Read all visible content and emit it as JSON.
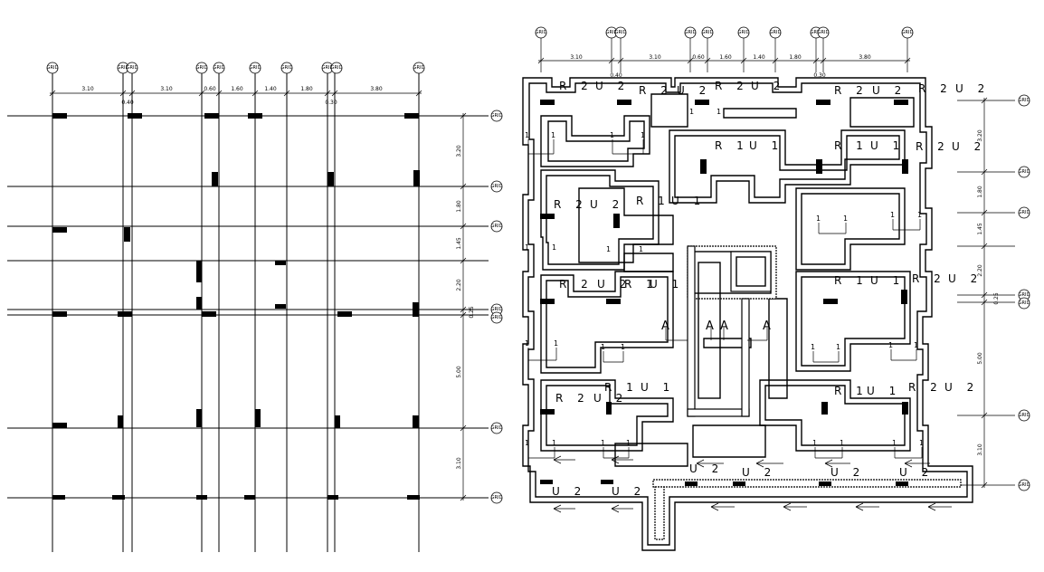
{
  "grid_bubble_label": "GRID",
  "left_plan": {
    "top_dimensions": [
      "3.10",
      "0.40",
      "3.10",
      "0.60",
      "1.60",
      "1.40",
      "1.80",
      "0.30",
      "3.80"
    ],
    "side_dimensions": [
      "3.20",
      "1.80",
      "1.45",
      "2.20",
      "0.25",
      "5.00",
      "3.10"
    ]
  },
  "right_plan": {
    "top_dimensions": [
      "3.10",
      "0.40",
      "3.10",
      "0.60",
      "1.60",
      "1.40",
      "1.80",
      "0.30",
      "3.80"
    ],
    "side_dimensions": [
      "3.20",
      "1.80",
      "1.45",
      "2.20",
      "0.25",
      "5.00",
      "3.10"
    ],
    "footing_tags": [
      "R 2",
      "U 2",
      "R 1",
      "U 1",
      "A",
      "1"
    ]
  },
  "colors": {
    "line": "#000000",
    "background": "#ffffff"
  }
}
